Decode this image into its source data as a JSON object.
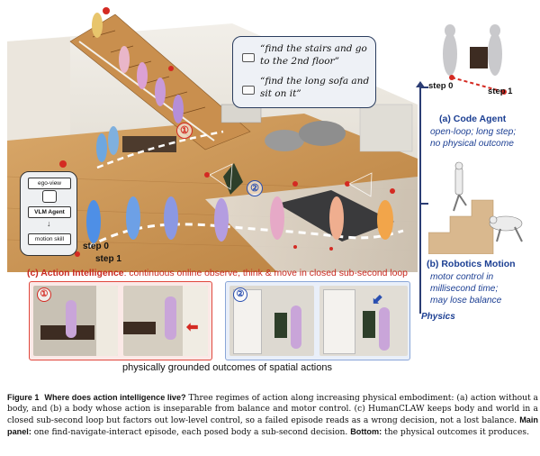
{
  "scene": {
    "tasks": [
      "“find the stairs and go to the 2nd floor”",
      "“find the long sofa and sit on it”"
    ],
    "markers": [
      "①",
      "②"
    ],
    "step0": "step 0",
    "step1": "step 1",
    "agent_panel": {
      "ego_view": "ego-view",
      "vlm_agent": "VLM Agent",
      "motion_skill": "motion skill"
    }
  },
  "caption_c": {
    "prefix": "(c) Action Intelligence",
    "rest": ": continuous online observe, think & move in closed sub-second loop"
  },
  "bottom": {
    "caption": "physically grounded outcomes of spatial actions",
    "markers": [
      "①",
      "②"
    ],
    "colors": {
      "red_group": "#e0473d",
      "blue_group": "#8aa6d8"
    }
  },
  "right": {
    "code_agent": {
      "step0": "step 0",
      "step1": "step 1",
      "title": "(a) Code Agent",
      "desc": [
        "open-loop; long step;",
        "no physical outcome"
      ]
    },
    "robotics": {
      "title": "(b) Robotics Motion",
      "desc": [
        "motor control in",
        "millisecond time;",
        "may lose balance"
      ]
    },
    "physics": "Physics"
  },
  "figure_caption": {
    "label": "Figure 1",
    "title": "Where does action intelligence live?",
    "body": " Three regimes of action along increasing physical embodiment: (a) action without a body, and (b) a body whose action is inseparable from balance and motor control. (c) HumanCLAW keeps body and world in a closed sub-second loop but factors out low-level control, so a failed episode reads as a wrong decision, not a lost balance. ",
    "main_label": "Main panel:",
    "main_text": " one find-navigate-interact episode, each posed body a sub-second decision. ",
    "bottom_label": "Bottom:",
    "bottom_text": " the physical outcomes it produces."
  }
}
